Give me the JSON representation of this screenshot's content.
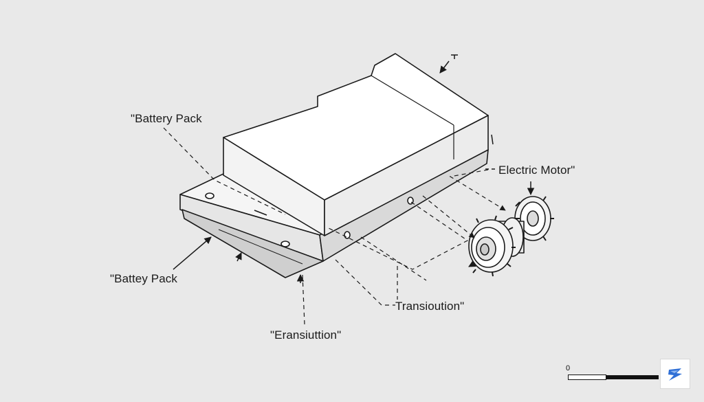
{
  "labels": {
    "battery_pack_top": "\"Battery Pack",
    "battery_pack_bottom": "\"Battey Pack",
    "electric_motor": "Electric Motor\"",
    "transmission_right": "Transioution\"",
    "transmission_bottom": "\"Eransiuttion\""
  },
  "scale_bar": {
    "zero_label": "0"
  },
  "colors": {
    "background": "#e9e9e9",
    "line": "#1a1a1a",
    "fill": "#ffffff",
    "logo_blue": "#2f6fd6"
  },
  "icons": {
    "logo": "lightning-bolt-logo-icon"
  }
}
